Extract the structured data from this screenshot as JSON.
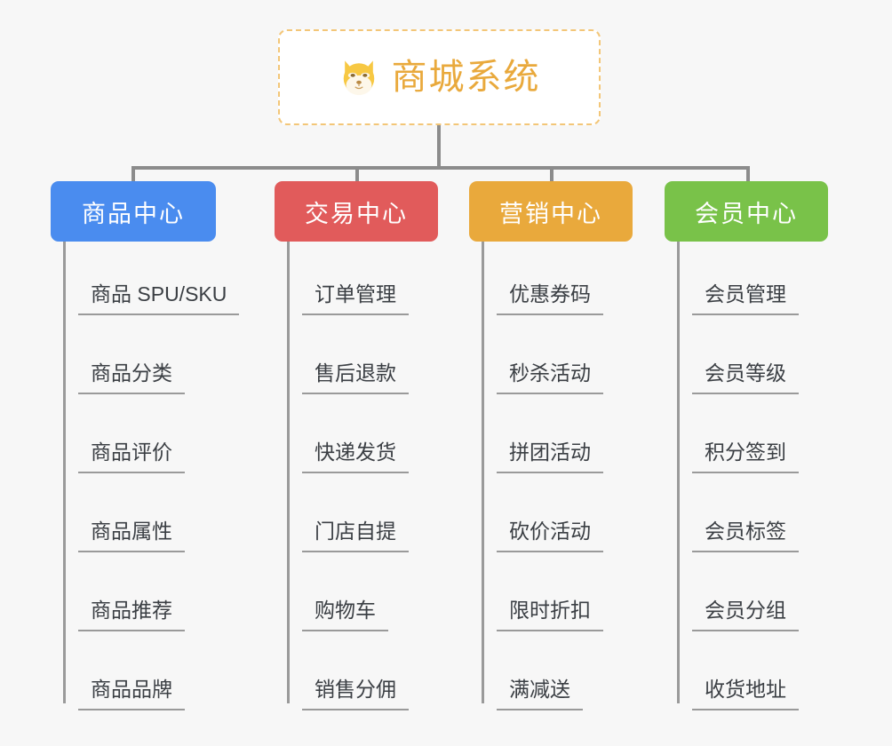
{
  "background_color": "#f7f7f7",
  "root": {
    "title": "商城系统",
    "icon": "shiba-dog-face-icon",
    "text_color": "#e9a93c",
    "border_color": "#f3c678",
    "background": "#ffffff"
  },
  "connector_color": "#8c8c8c",
  "categories": [
    {
      "label": "商品中心",
      "color": "#4a8cef",
      "items": [
        "商品 SPU/SKU",
        "商品分类",
        "商品评价",
        "商品属性",
        "商品推荐",
        "商品品牌"
      ]
    },
    {
      "label": "交易中心",
      "color": "#e15b5b",
      "items": [
        "订单管理",
        "售后退款",
        "快递发货",
        "门店自提",
        "购物车",
        "销售分佣"
      ]
    },
    {
      "label": "营销中心",
      "color": "#e9a93c",
      "items": [
        "优惠券码",
        "秒杀活动",
        "拼团活动",
        "砍价活动",
        "限时折扣",
        "满减送"
      ]
    },
    {
      "label": "会员中心",
      "color": "#79c249",
      "items": [
        "会员管理",
        "会员等级",
        "积分签到",
        "会员标签",
        "会员分组",
        "收货地址"
      ]
    }
  ]
}
